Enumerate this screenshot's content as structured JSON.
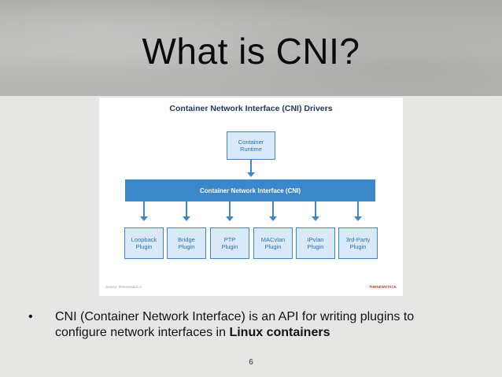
{
  "slide": {
    "title": "What is CNI?",
    "page_number": "6"
  },
  "diagram": {
    "title": "Container Network Interface (CNI) Drivers",
    "runtime": {
      "line1": "Container",
      "line2": "Runtime"
    },
    "interface_label": "Container Network Interface (CNI)",
    "plugins": [
      {
        "line1": "Loopback",
        "line2": "Plugin"
      },
      {
        "line1": "Bridge",
        "line2": "Plugin"
      },
      {
        "line1": "PTP",
        "line2": "Plugin"
      },
      {
        "line1": "MACvlan",
        "line2": "Plugin"
      },
      {
        "line1": "IPvlan",
        "line2": "Plugin"
      },
      {
        "line1": "3rd-Party",
        "line2": "Plugin"
      }
    ],
    "footnote": "Source: thenewstack.io",
    "brand": "THENEWSTACK",
    "colors": {
      "accent": "#3b87c9",
      "box_fill": "#d9e9f7",
      "title": "#233a5e"
    }
  },
  "bullet": {
    "marker": "•",
    "text_before": "CNI (Container Network Interface) is an API for writing plugins to configure network interfaces in ",
    "bold": "Linux containers"
  }
}
